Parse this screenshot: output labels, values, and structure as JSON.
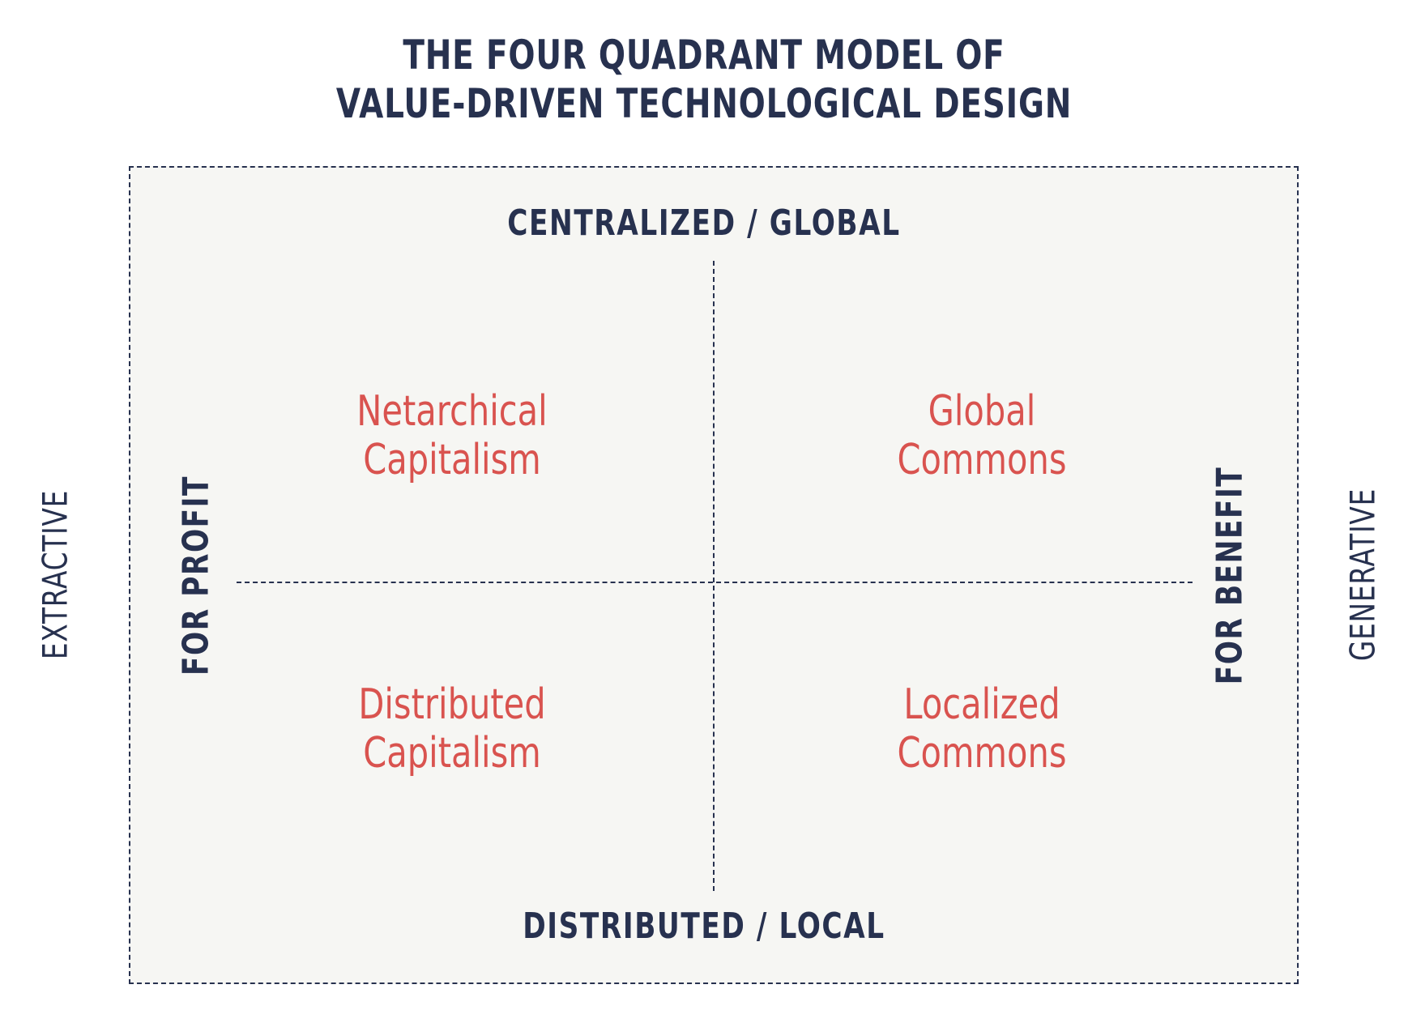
{
  "title": {
    "line1": "THE FOUR QUADRANT MODEL OF",
    "line2": "VALUE-DRIVEN TECHNOLOGICAL DESIGN"
  },
  "axes": {
    "top": "CENTRALIZED / GLOBAL",
    "bottom": "DISTRIBUTED / LOCAL",
    "left_inner": "FOR PROFIT",
    "right_inner": "FOR BENEFIT",
    "left_outer": "EXTRACTIVE",
    "right_outer": "GENERATIVE"
  },
  "quadrants": {
    "top_left": {
      "line1": "Netarchical",
      "line2": "Capitalism"
    },
    "top_right": {
      "line1": "Global",
      "line2": "Commons"
    },
    "bottom_left": {
      "line1": "Distributed",
      "line2": "Capitalism"
    },
    "bottom_right": {
      "line1": "Localized",
      "line2": "Commons"
    }
  },
  "colors": {
    "navy": "#27314f",
    "accent": "#d9534f",
    "panel": "#f6f6f3"
  }
}
